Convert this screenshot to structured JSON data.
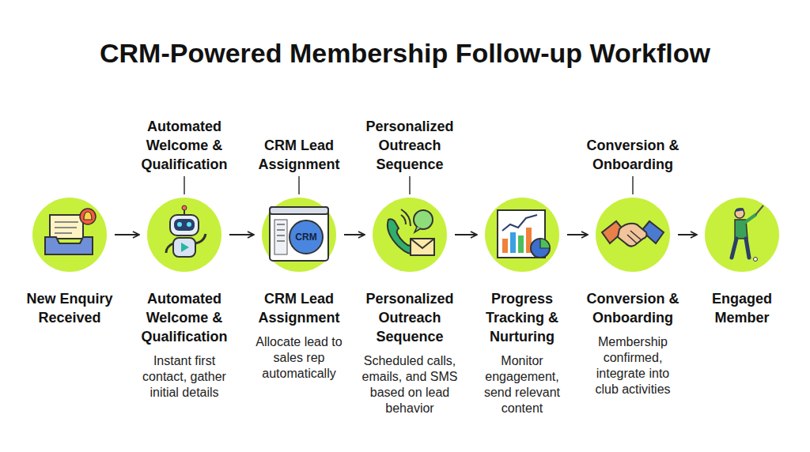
{
  "diagram": {
    "title": "CRM-Powered Membership Follow-up Workflow",
    "nodes": [
      {
        "text": [
          "New Enquiry Received"
        ]
      },
      {
        "text": [
          "Automated Welcome & Qualification",
          "Automated Welcome & Qualification",
          "Instant first contact, gather initial details"
        ]
      },
      {
        "text": [
          "CRM Lead Assignment",
          "CRM Lead Assignment",
          "Allocate lead to sales rep automatically"
        ]
      },
      {
        "text": [
          "Personalized Outreach Sequence",
          "Personalized Outreach Sequence",
          "Scheduled calls, emails, and SMS based on lead behavior"
        ]
      },
      {
        "text": [
          "Progress Tracking & Nurturing",
          "Monitor engagement, send relevant content"
        ]
      },
      {
        "text": [
          "Conversion & Onboarding",
          "Conversion & Onboarding",
          "Membership confirmed, integrate into club activities"
        ]
      },
      {
        "text": [
          "Engaged Member"
        ]
      }
    ],
    "edges": [
      {
        "from": 0,
        "to": 1,
        "arrow": "to"
      },
      {
        "from": 1,
        "to": 2,
        "arrow": "to"
      },
      {
        "from": 2,
        "to": 3,
        "arrow": "to"
      },
      {
        "from": 3,
        "to": 4,
        "arrow": "to"
      },
      {
        "from": 4,
        "to": 5,
        "arrow": "to"
      },
      {
        "from": 5,
        "to": 6,
        "arrow": "to"
      }
    ],
    "labels": [
      "CRM"
    ]
  }
}
